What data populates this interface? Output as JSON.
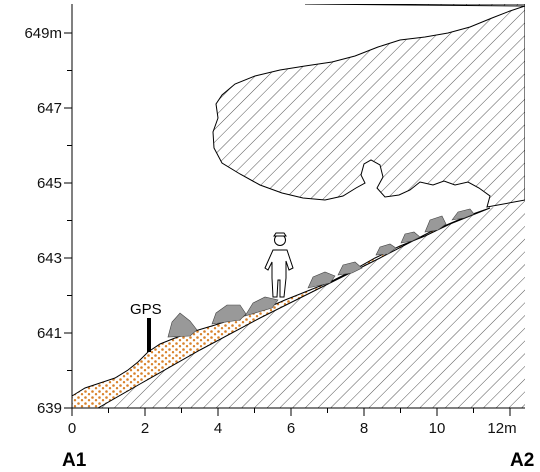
{
  "y_axis": {
    "ticks": [
      {
        "value": 639,
        "label": "639"
      },
      {
        "value": 641,
        "label": "641"
      },
      {
        "value": 643,
        "label": "643"
      },
      {
        "value": 645,
        "label": "645"
      },
      {
        "value": 647,
        "label": "647"
      },
      {
        "value": 649,
        "label": "649m"
      }
    ],
    "minor_ticks": [
      640,
      642,
      644,
      646,
      648
    ]
  },
  "x_axis": {
    "ticks": [
      {
        "value": 0,
        "label": "0"
      },
      {
        "value": 2,
        "label": "2"
      },
      {
        "value": 4,
        "label": "4"
      },
      {
        "value": 6,
        "label": "6"
      },
      {
        "value": 8,
        "label": "8"
      },
      {
        "value": 10,
        "label": "10"
      },
      {
        "value": 12,
        "label": "12m"
      }
    ],
    "minor_ticks": [
      1,
      3,
      5,
      7,
      9,
      11
    ]
  },
  "section_ends": {
    "start": "A1",
    "end": "A2"
  },
  "gps": {
    "label": "GPS"
  },
  "colors": {
    "rock_hatch": "#555555",
    "sediment_dots": "#d9822b",
    "boulders": "#999999",
    "outline": "#000000"
  }
}
